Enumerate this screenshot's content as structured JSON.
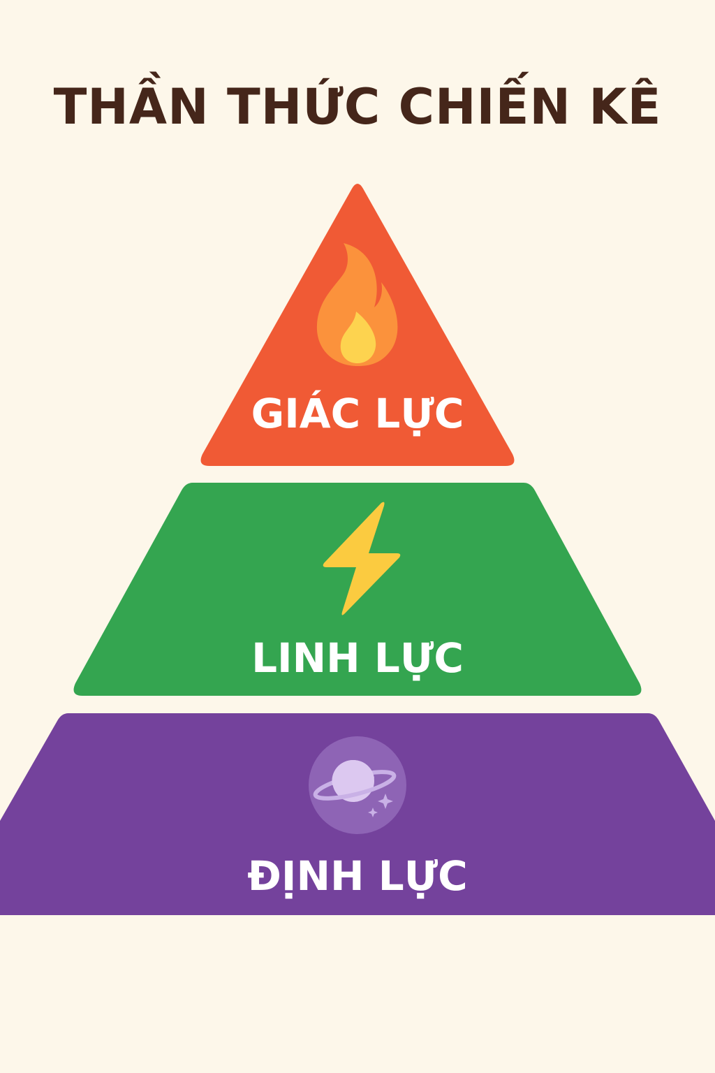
{
  "title": "THẦN THỨC CHIẾN KÊ",
  "levels": [
    {
      "label": "GIÁC LỰC",
      "icon": "fire-icon",
      "color": "#f05a35"
    },
    {
      "label": "LINH LỰC",
      "icon": "lightning-icon",
      "color": "#34a550"
    },
    {
      "label": "ĐỊNH LỰC",
      "icon": "planet-icon",
      "color": "#74429c"
    }
  ]
}
